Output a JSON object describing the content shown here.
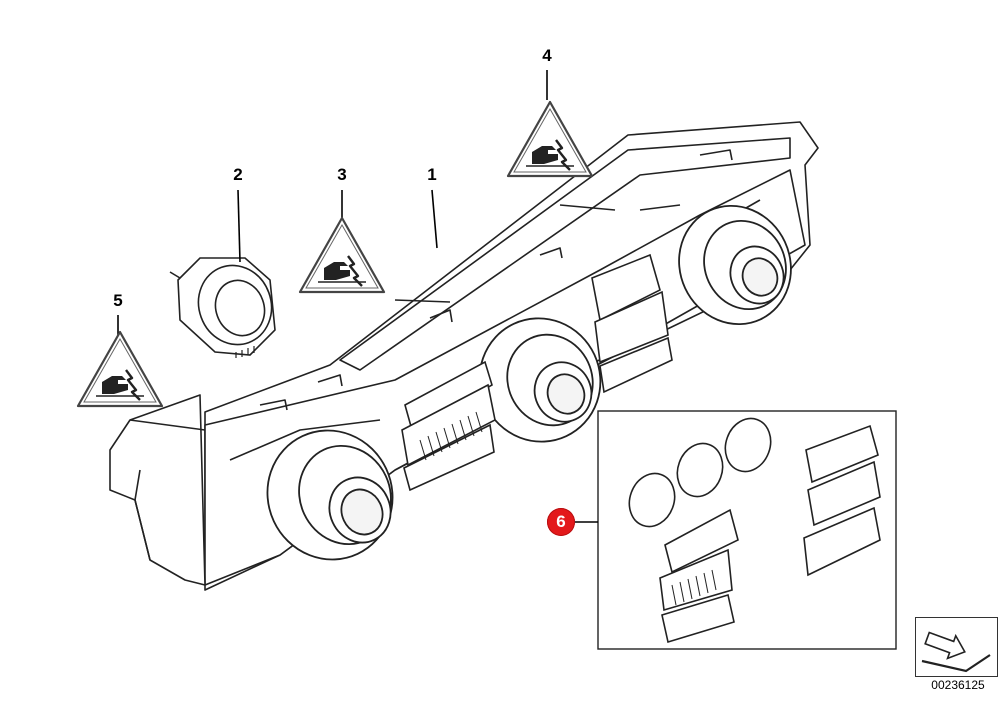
{
  "diagram": {
    "callouts": [
      {
        "id": "1",
        "label": "1"
      },
      {
        "id": "2",
        "label": "2"
      },
      {
        "id": "3",
        "label": "3"
      },
      {
        "id": "4",
        "label": "4"
      },
      {
        "id": "5",
        "label": "5"
      },
      {
        "id": "6",
        "label": "6",
        "highlighted": true
      }
    ],
    "highlight_color": "#e3191b",
    "line_color": "#000000",
    "warning_icon": "esd-warning-triangle-icon",
    "nav_icon": "return-arrow-icon"
  },
  "footer": {
    "doc_number": "00236125"
  }
}
